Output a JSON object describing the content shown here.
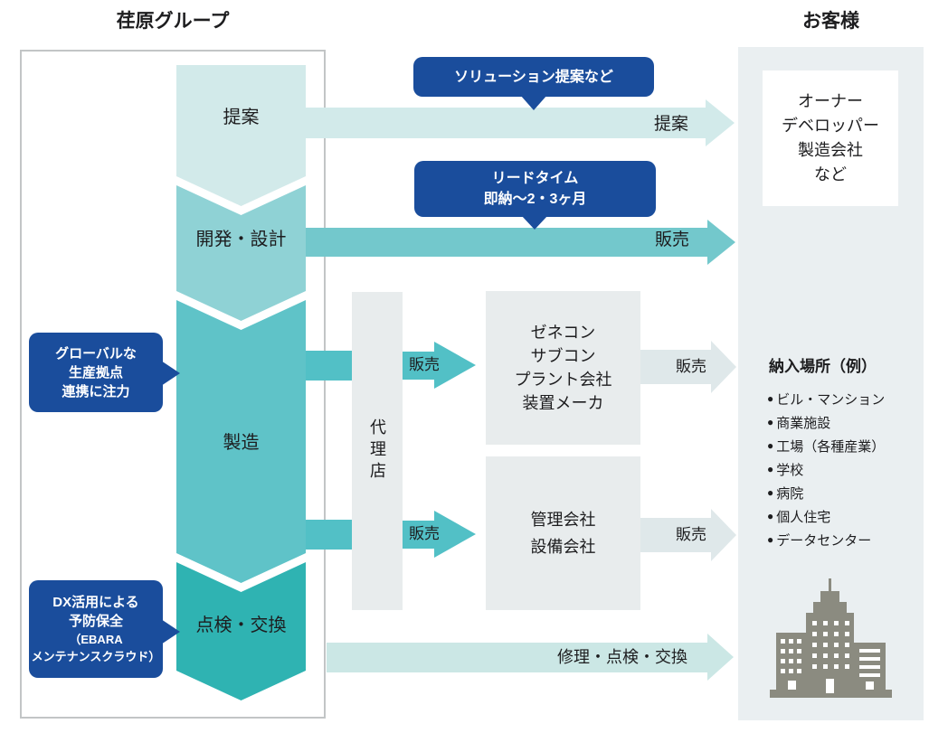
{
  "header": {
    "left_title": "荏原グループ",
    "right_title": "お客様"
  },
  "process_steps": {
    "proposal": "提案",
    "development": "開発・設計",
    "manufacturing": "製造",
    "inspection": "点検・交換"
  },
  "callouts": {
    "solution": {
      "line1": "ソリューション提案など"
    },
    "leadtime": {
      "line1": "リードタイム",
      "line2": "即納〜2・3ヶ月"
    },
    "global": {
      "line1": "グローバルな",
      "line2": "生産拠点",
      "line3": "連携に注力"
    },
    "dx": {
      "line1": "DX活用による",
      "line2": "予防保全",
      "line3": "（EBARA",
      "line4": "メンテナンスクラウド）"
    }
  },
  "flow_labels": {
    "proposal": "提案",
    "sales_development": "販売",
    "sales_agency_top": "販売",
    "sales_agency_bottom": "販売",
    "sales_customer_top": "販売",
    "sales_customer_bottom": "販売",
    "repair": "修理・点検・交換"
  },
  "middlemen": {
    "agency": "代理店",
    "contractor_box": {
      "line1": "ゼネコン",
      "line2": "サブコン",
      "line3": "プラント会社",
      "line4": "装置メーカ"
    },
    "management_box": {
      "line1": "管理会社",
      "line2": "設備会社"
    }
  },
  "customer_panel": {
    "owner_box": {
      "line1": "オーナー",
      "line2": "デベロッパー",
      "line3": "製造会社",
      "line4": "など"
    },
    "delivery_heading": "納入場所（例）",
    "bullet": "●",
    "delivery_items": [
      "ビル・マンション",
      "商業施設",
      "工場（各種産業）",
      "学校",
      "病院",
      "個人住宅",
      "データセンター"
    ]
  },
  "colors": {
    "callout_blue": "#1a4d9c",
    "step_proposal": "#d2eaea",
    "step_development": "#8fd2d5",
    "step_manufacturing": "#5fc3c8",
    "step_inspection": "#2fb3b2",
    "arrow_pale": "#d2eaea",
    "arrow_medium": "#73c8cc",
    "arrow_teal": "#52c0c6",
    "arrow_repair": "#cbe7e5",
    "arrow_gray": "#dfe8ea",
    "box_gray": "#e8eced",
    "panel_gray": "#eaeff1",
    "building_gray": "#8b8b80"
  }
}
